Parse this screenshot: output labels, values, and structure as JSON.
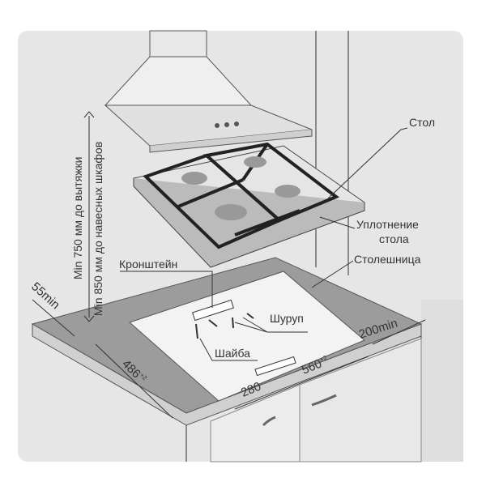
{
  "labels": {
    "table": "Стол",
    "seal_line1": "Уплотнение",
    "seal_line2": "стола",
    "countertop": "Столешница",
    "bracket": "Кронштейн",
    "screw": "Шуруп",
    "washer": "Шайба"
  },
  "dimensions": {
    "hood_min": "Min 750 мм до вытяжки",
    "cabinet_min": "Min 850 мм до навесных шкафов",
    "edge_min": "55min",
    "depth": "486",
    "depth_tol": "+2",
    "half_width": "280",
    "width": "560",
    "width_tol": "+2",
    "side_min": "200min"
  },
  "colors": {
    "panel": "#e4e4e4",
    "wall": "#d9d9d9",
    "countertop": "#9a9a9a",
    "cutout": "#f2f2f2",
    "hob": "#dcdcdc"
  }
}
